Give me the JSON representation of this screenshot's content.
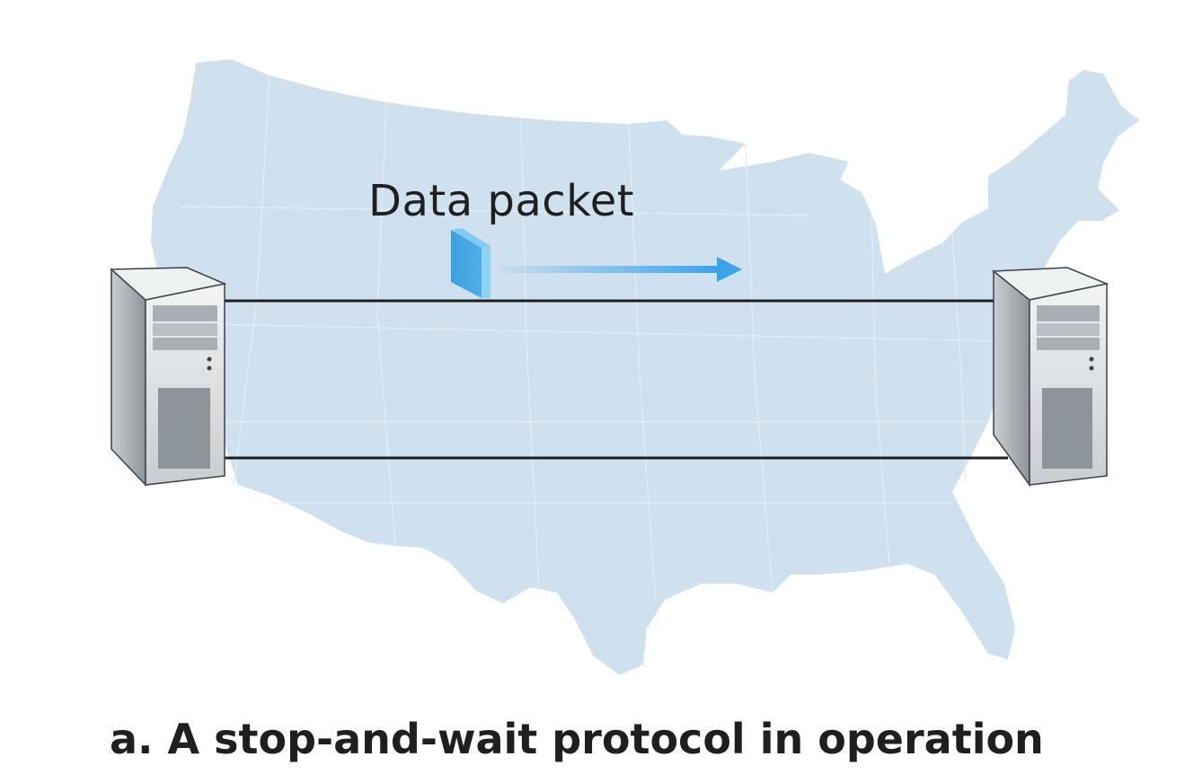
{
  "diagram": {
    "packet_label": "Data packet",
    "caption": "a. A stop-and-wait protocol in operation"
  },
  "colors": {
    "map_fill": "#cfe1ee",
    "map_state_lines": "#e4eef6",
    "link": "#1f1f1f",
    "packet_front": "#6cc3ef",
    "packet_side": "#3f9fdb",
    "arrow": "#3aa3ea",
    "server_light": "#e9ecee",
    "server_dark": "#9aa1a6"
  },
  "icons": {
    "left_host": "server-icon",
    "right_host": "server-icon",
    "packet": "packet-icon",
    "direction": "arrow-right-icon",
    "background": "us-map"
  }
}
